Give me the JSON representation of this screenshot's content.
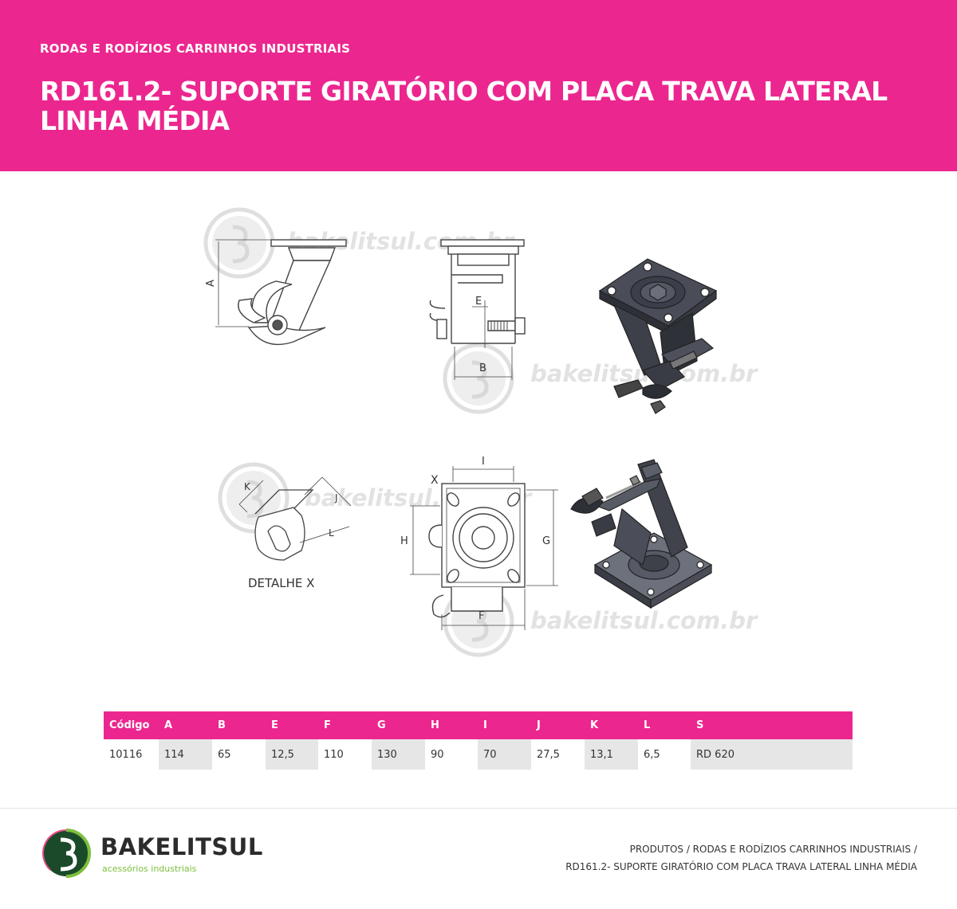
{
  "header": {
    "category": "RODAS E RODÍZIOS CARRINHOS INDUSTRIAIS",
    "title_line1": "RD161.2- SUPORTE GIRATÓRIO COM PLACA TRAVA LATERAL",
    "title_line2": "LINHA MÉDIA",
    "background_color": "#ec268f"
  },
  "drawings": {
    "watermark": "bakelitsul.com.br",
    "detail_caption": "DETALHE X",
    "dimension_labels": {
      "A": "A",
      "B": "B",
      "E": "E",
      "F": "F",
      "G": "G",
      "H": "H",
      "I": "I",
      "J": "J",
      "K": "K",
      "L": "L",
      "X": "X"
    }
  },
  "table": {
    "headers": [
      "Código",
      "A",
      "B",
      "E",
      "F",
      "G",
      "H",
      "I",
      "J",
      "K",
      "L",
      "S"
    ],
    "rows": [
      [
        "10116",
        "114",
        "65",
        "12,5",
        "110",
        "130",
        "90",
        "70",
        "27,5",
        "13,1",
        "6,5",
        "RD 620"
      ]
    ]
  },
  "footer": {
    "brand_name": "BAKELITSUL",
    "brand_tagline": "acessórios industriais",
    "breadcrumb_line1": "PRODUTOS / RODAS E RODÍZIOS CARRINHOS INDUSTRIAIS /",
    "breadcrumb_line2": "RD161.2- SUPORTE GIRATÓRIO COM PLACA TRAVA LATERAL LINHA MÉDIA",
    "brand_green": "#2e8b3e",
    "brand_light_green": "#7cbf3c"
  }
}
